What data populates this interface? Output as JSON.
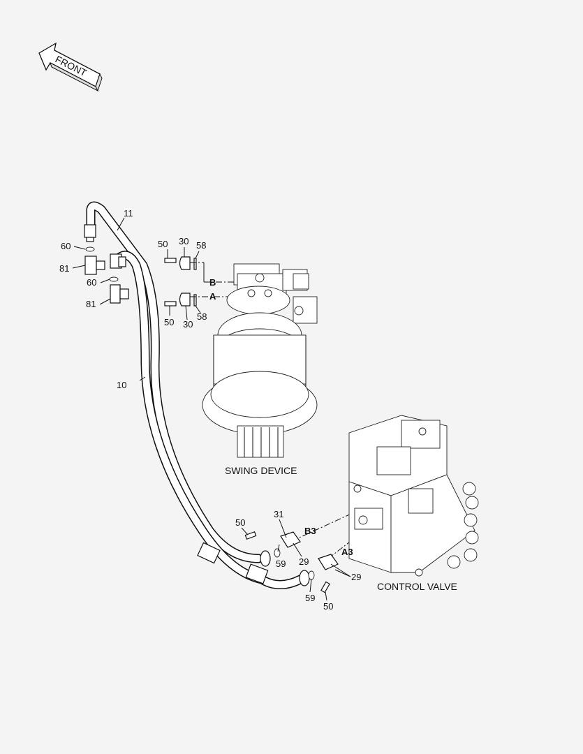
{
  "front_label": "FRONT",
  "captions": {
    "swing_device": "SWING DEVICE",
    "control_valve": "CONTROL VALVE"
  },
  "ports": {
    "b": "B",
    "a": "A",
    "b3": "B3",
    "a3": "A3"
  },
  "callouts": {
    "c11": "11",
    "c10": "10",
    "c60_top": "60",
    "c81_top": "81",
    "c60_mid": "60",
    "c81_bot": "81",
    "c50_top": "50",
    "c30_top": "30",
    "c58_top": "58",
    "c50_mid": "50",
    "c30_mid": "30",
    "c58_mid": "58",
    "c50_left": "50",
    "c31": "31",
    "c59_left": "59",
    "c29_left": "29",
    "c29_right": "29",
    "c59_right": "59",
    "c50_bot": "50"
  }
}
